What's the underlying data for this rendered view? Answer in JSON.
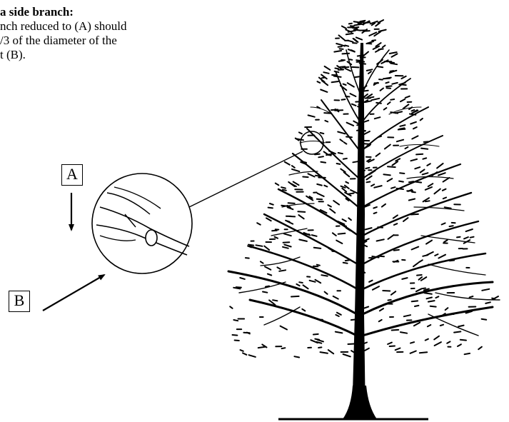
{
  "caption": {
    "title": "a side branch:",
    "lines": [
      "nch reduced to (A) should",
      "/3 of the diameter of the",
      "t (B)."
    ]
  },
  "labels": {
    "a": "A",
    "b": "B"
  },
  "colors": {
    "ink": "#000000",
    "background": "#ffffff"
  }
}
